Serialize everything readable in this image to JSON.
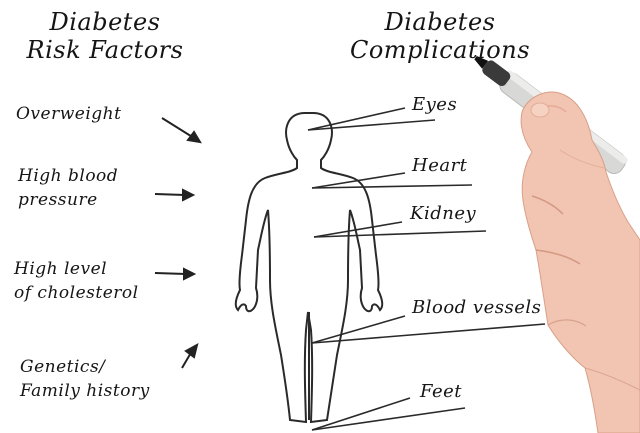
{
  "headings": {
    "risk_factors": [
      "Diabetes",
      "Risk Factors"
    ],
    "complications": [
      "Diabetes",
      "Complications"
    ]
  },
  "risk_factors": [
    {
      "lines": [
        "Overweight"
      ]
    },
    {
      "lines": [
        "High blood",
        "pressure"
      ]
    },
    {
      "lines": [
        "High level",
        "of cholesterol"
      ]
    },
    {
      "lines": [
        "Genetics/",
        "Family history"
      ]
    }
  ],
  "complications": [
    "Eyes",
    "Heart",
    "Kidney",
    "Blood vessels",
    "Feet"
  ],
  "colors": {
    "ink": "#1a1a1a",
    "background": "#ffffff",
    "skin": "#f1c5b1",
    "marker_body": "#d8d8d6",
    "marker_cap": "#3a3a3a"
  },
  "icons": [
    "arrow-right-icon",
    "human-body-outline",
    "hand-with-marker-illustration"
  ]
}
